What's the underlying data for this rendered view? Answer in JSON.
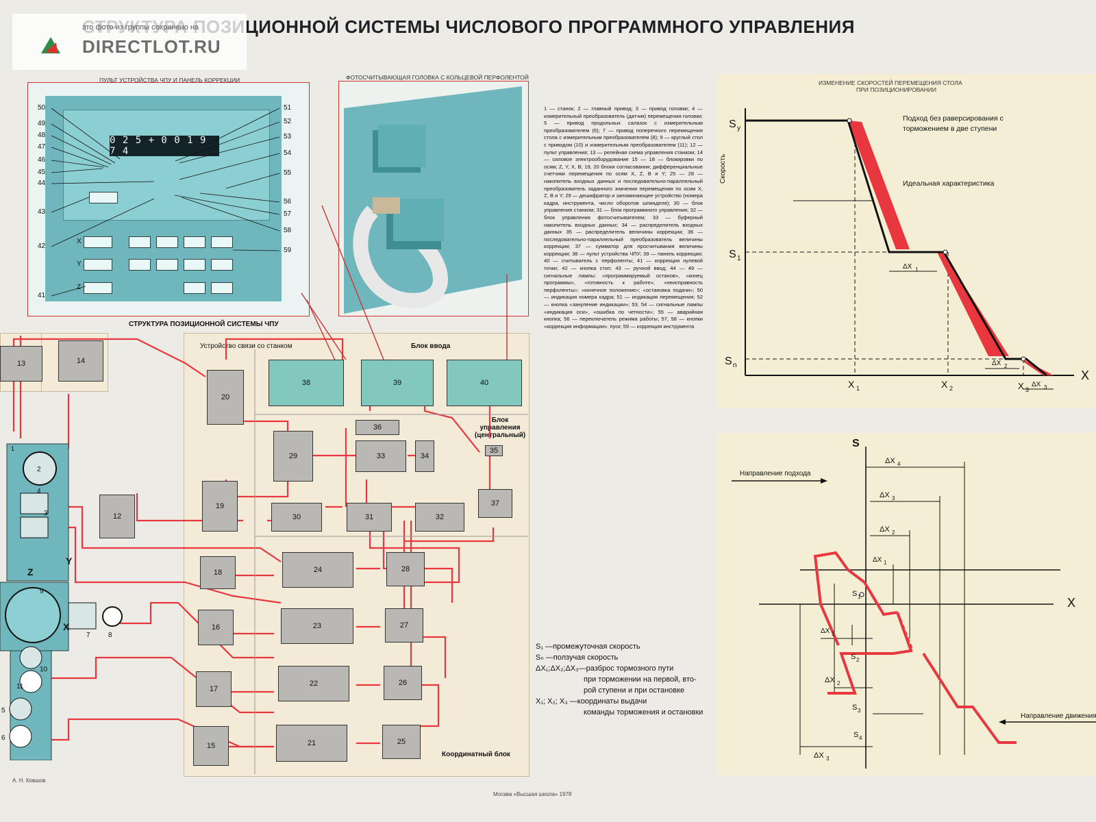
{
  "poster": {
    "title": "СТРУКТУРА ПОЗИЦИОННОЙ СИСТЕМЫ ЧИСЛОВОГО ПРОГРАММНОГО УПРАВЛЕНИЯ",
    "watermark_small": "это фото из группы сохранено на",
    "watermark_big": "DIRECTLOT.RU"
  },
  "console": {
    "title": "ПУЛЬТ УСТРОЙСТВА ЧПУ И ПАНЕЛЬ КОРРЕКЦИИ",
    "display": "0 2 5   + 0 0 1 9 7 4",
    "axis_x": "X",
    "axis_y": "Y",
    "axis_z": "Z",
    "labels_left": [
      "50",
      "49",
      "48",
      "47",
      "46",
      "45",
      "44",
      "43",
      "42",
      "41"
    ],
    "labels_right": [
      "51",
      "52",
      "53",
      "54",
      "55",
      "56",
      "57",
      "58",
      "59"
    ]
  },
  "photoreader": {
    "title": "ФОТОСЧИТЫВАЮЩАЯ ГОЛОВКА С КОЛЬЦЕВОЙ ПЕРФОЛЕНТОЙ"
  },
  "description": {
    "text": "1 — станок; 2 — главный привод; 3 — привод головки; 4 — измерительный преобразователь (датчик) перемещения головки; 5 — привод продольных салазок с измерительным преобразователем (6); 7 — привод поперечного перемещения стола с измерительным преобразователем (8); 9 — круглый стол с приводом (10) и измерительным преобразователем (11); 12 — пульт управления; 13 — релейная схема управления станком; 14 — силовое электрооборудование 15 — 18 — блокировки по осям; Z, Y, X, B; 19, 20 блоки согласования; дифференциальные счетчики перемещения по осям X, Z, B и Y; 25 — 28 — накопитель входных данных и последовательно-параллельный преобразователь заданного значения перемещения по осям X, Z, B и Y; 29 — дешифратор и запоминающее устройство (номера кадра, инструмента, число оборотов шпинделя); 30 — блок управления станком; 31 — блок программного управления; 32 — блок управления фотосчитывателем; 33 — буферный накопитель входных данных; 34 — распределитель входных данных 35 — распределитель величины коррекции; 36 — последовательно-параллельный преобразователь величины коррекции; 37 — сумматор для просчитывания величины коррекции; 38 — пульт устройства ЧПУ; 39 — панель коррекции; 40 — считыватель с перфоленты; 41 — коррекция нулевой точки; 42 — кнопка стоп; 43 — ручной ввод; 44 — 49 — сигнальные лампы: «программируемый останов», «конец программы», «готовность к работе»; «неисправность перфоленты»; «конечное положение»; «остановка подачи»; 50 — индикация номера кадра; 51 — индикация перемещения; 52 — кнопка «зануление индикации»; 53, 54 — сигнальные лампы «индикация оси», «ошибка по четности»; 55 — аварийная кнопка; 56 — переключатель режима работы; 57, 58 — кнопки «коррекция информации», пуск; 59 — коррекция инструмента"
  },
  "structure": {
    "title": "СТРУКТУРА ПОЗИЦИОННОЙ СИСТЕМЫ ЧПУ",
    "link_block": "Устройство связи со станком",
    "input_block": "Блок ввода",
    "control_block": "Блок управления (центральный)",
    "coord_block": "Координатный блок",
    "blocks": [
      "13",
      "14",
      "20",
      "38",
      "39",
      "40",
      "36",
      "33",
      "34",
      "35",
      "29",
      "19",
      "30",
      "31",
      "32",
      "37",
      "12",
      "24",
      "28",
      "18",
      "23",
      "27",
      "16",
      "22",
      "26",
      "17",
      "21",
      "25",
      "15",
      "1",
      "2",
      "3",
      "4",
      "7",
      "8",
      "9",
      "10",
      "11",
      "5",
      "6"
    ],
    "arrows": [
      "X",
      "Y",
      "Z"
    ]
  },
  "legend": {
    "items": [
      "S₁ —промежуточная скорость",
      "Sₙ —ползучая скорость",
      "ΔX₁;ΔX₂;ΔX₃—разброс тормозного пути",
      "при торможении на первой, вто-",
      "рой ступени и при остановке",
      "X₁; X₂; X₃ —координаты выдачи",
      "команды торможения и остановки"
    ]
  },
  "chart_top": {
    "title_line1": "ИЗМЕНЕНИЕ СКОРОСТЕЙ ПЕРЕМЕЩЕНИЯ СТОЛА",
    "title_line2": "ПРИ ПОЗИЦИОНИРОВАНИИ",
    "ylabel": "Скорость",
    "xlabel": "X",
    "ann_approach": "Подход без раверсирования с торможением в две ступени",
    "ann_ideal": "Идеальная характеристика",
    "y_ticks": [
      "Sy",
      "S1",
      "Sn"
    ],
    "x_ticks": [
      "X1",
      "X2",
      "X3"
    ],
    "deltas": [
      "ΔX1",
      "ΔX2",
      "ΔX3"
    ]
  },
  "chart_bottom": {
    "ylabel": "S",
    "xlabel": "X",
    "dir_approach": "Направление подхода",
    "dir_motion": "Направление движения",
    "deltas_top": [
      "ΔX4",
      "ΔX3",
      "ΔX2",
      "ΔX1"
    ],
    "deltas_bottom": [
      "ΔX1",
      "ΔX2",
      "ΔX3"
    ],
    "speeds": [
      "S1",
      "S2",
      "S3",
      "S4"
    ]
  },
  "colors": {
    "red": "#e8373f",
    "teal": "#6fb7bd",
    "grey": "#b9b8b4",
    "cream": "#f4eed5"
  },
  "footer": {
    "publisher": "Москва «Высшая школа» 1978",
    "author": "А. Н. Ковшов"
  }
}
